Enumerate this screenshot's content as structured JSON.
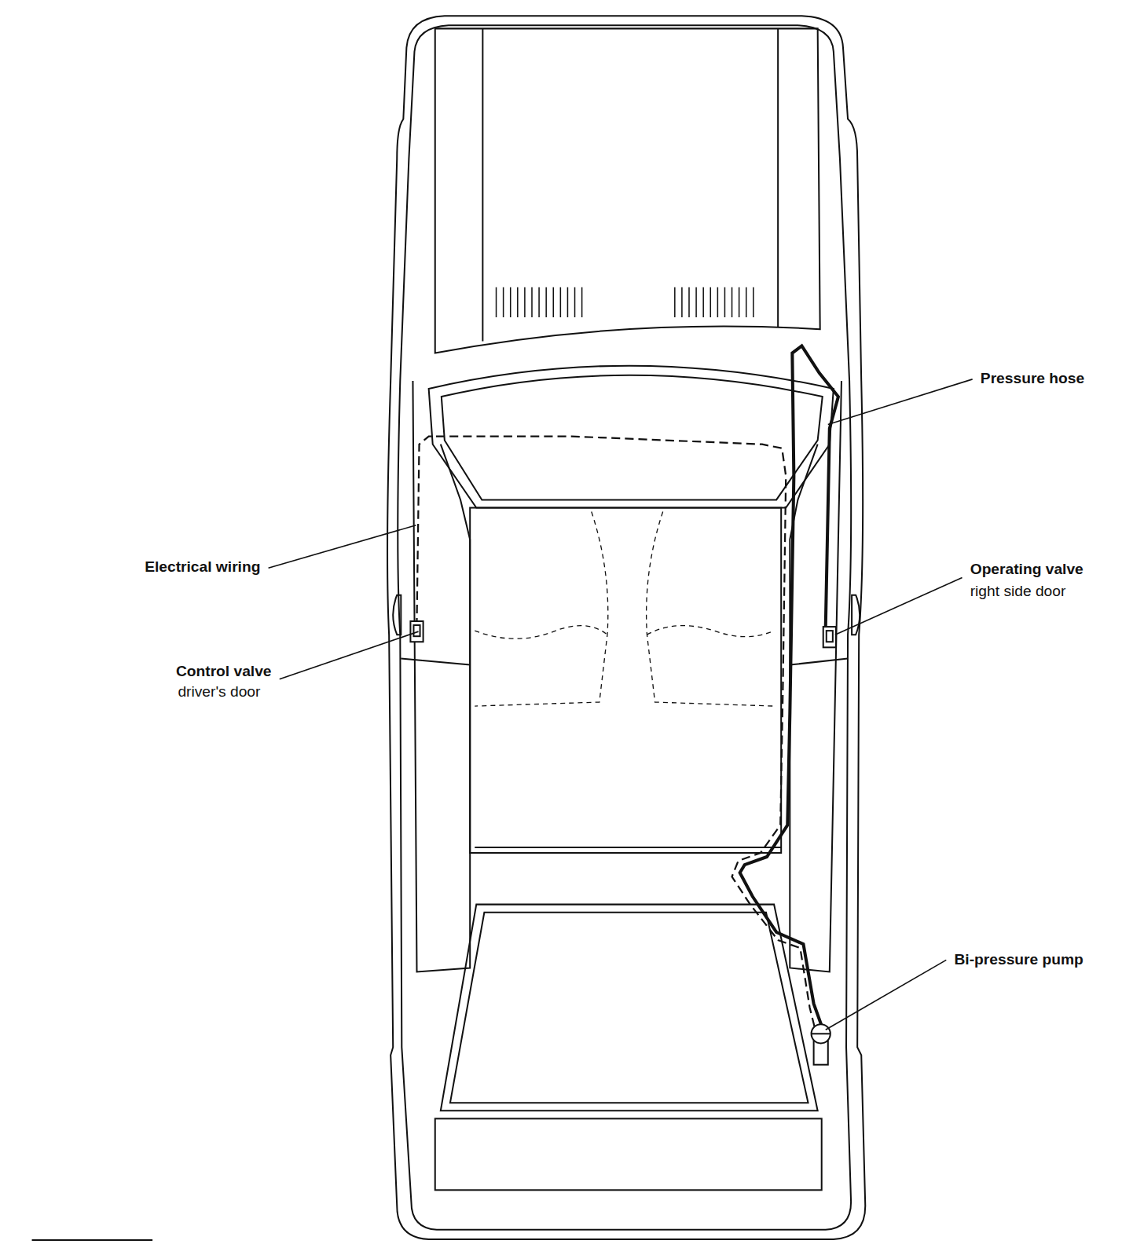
{
  "diagram": {
    "labels": [
      "Pressure hose",
      "Electrical wiring",
      "Operating valve",
      "right side door",
      "Control valve",
      "driver's door",
      "Bi-pressure pump"
    ]
  }
}
